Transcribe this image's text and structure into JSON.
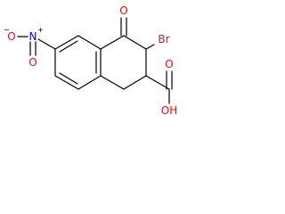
{
  "molecule": {
    "atoms": {
      "nitro_n": "N",
      "nitro_n_charge": "+",
      "nitro_o_left": "O",
      "nitro_o_left_charge": "−",
      "nitro_o_bottom": "O",
      "keto_o": "O",
      "bromine": "Br",
      "acid_o_double": "O",
      "acid_oh": "OH"
    },
    "colors": {
      "oxygen": "#ff0000",
      "nitrogen": "#0000ff",
      "bromine": "#a52a2a",
      "bond": "#000000"
    }
  }
}
